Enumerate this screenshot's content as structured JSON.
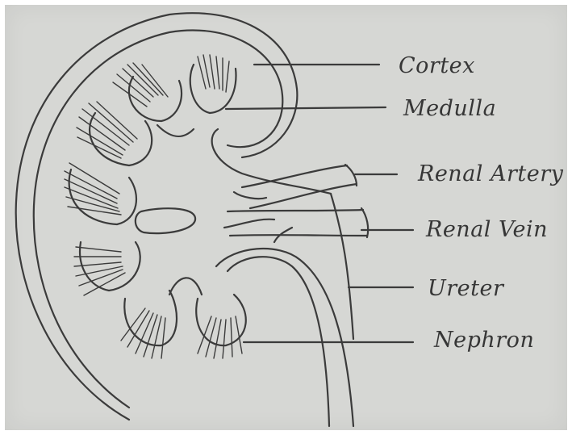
{
  "diagram": {
    "background_color": "#d6d7d4",
    "ink_color": "#3b3b3b",
    "labels": [
      {
        "id": "cortex",
        "text": "Cortex"
      },
      {
        "id": "medulla",
        "text": "Medulla"
      },
      {
        "id": "renal-artery",
        "text": "Renal Artery"
      },
      {
        "id": "renal-vein",
        "text": "Renal Vein"
      },
      {
        "id": "ureter",
        "text": "Ureter"
      },
      {
        "id": "nephron",
        "text": "Nephron"
      }
    ]
  }
}
